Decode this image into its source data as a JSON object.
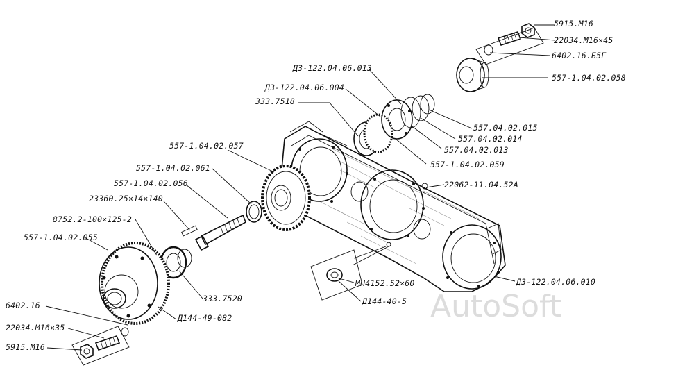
{
  "watermark": "AutoSoft",
  "labels": {
    "l1": "5915.М16",
    "l2": "22034.М16×45",
    "l3": "6402.16.Б5Г",
    "l4": "557-1.04.02.058",
    "l5": "Д3-122.04.06.013",
    "l6": "Д3-122.04.06.004",
    "l7": "333.7518",
    "l8": "557.04.02.015",
    "l9": "557.04.02.014",
    "l10": "557.04.02.013",
    "l11": "557-1.04.02.059",
    "l12": "22062-11.04.52А",
    "l13": "557-1.04.02.057",
    "l14": "557-1.04.02.061",
    "l15": "557-1.04.02.056",
    "l16": "23360.25×14×140",
    "l17": "8752.2-100×125-2",
    "l18": "557-1.04.02.055",
    "l19": "333.7520",
    "l20": "Д144-49-082",
    "l21": "МН4152.52×60",
    "l22": "Д144-40-5",
    "l23": "Д3-122.04.06.010",
    "l24": "6402.16",
    "l25": "22034.М16×35",
    "l26": "5915.М16"
  }
}
